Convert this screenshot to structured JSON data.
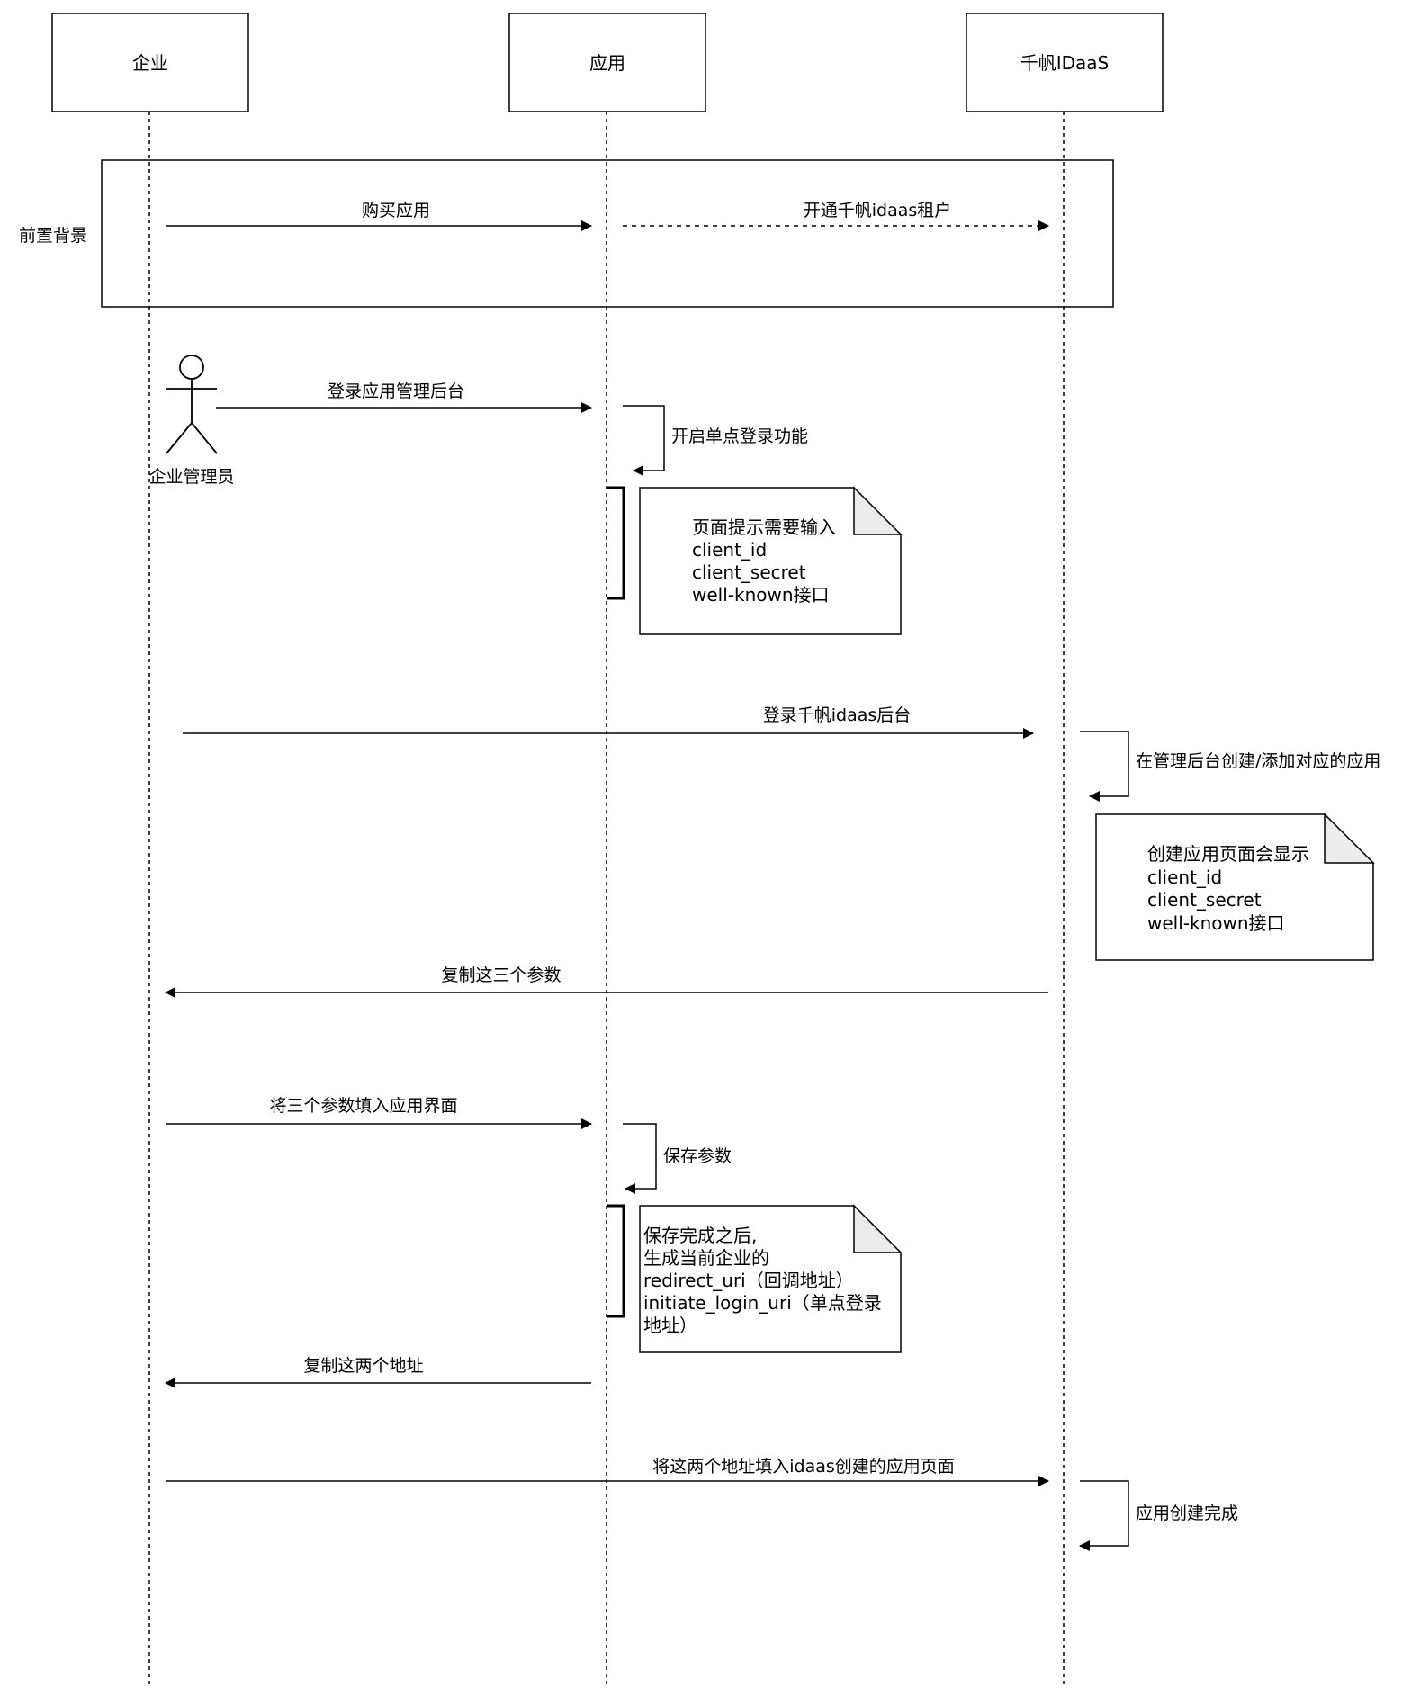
{
  "participants": {
    "enterprise": "企业",
    "app": "应用",
    "idaas": "千帆IDaaS"
  },
  "background": {
    "label": "前置背景",
    "buy_app": "购买应用",
    "open_tenant": "开通千帆idaas租户"
  },
  "actor": {
    "label": "企业管理员"
  },
  "messages": {
    "login_app_admin": "登录应用管理后台",
    "enable_sso": "开启单点登录功能",
    "login_idaas_admin": "登录千帆idaas后台",
    "create_app": "在管理后台创建/添加对应的应用",
    "copy_params": "复制这三个参数",
    "fill_params": "将三个参数填入应用界面",
    "save_params": "保存参数",
    "copy_addresses": "复制这两个地址",
    "fill_addresses": "将这两个地址填入idaas创建的应用页面",
    "app_created": "应用创建完成"
  },
  "notes": {
    "app_prompt": {
      "line1": "页面提示需要输入",
      "line2": "client_id",
      "line3": "client_secret",
      "line4": "well-known接口"
    },
    "idaas_show": {
      "line1": "创建应用页面会显示",
      "line2": "client_id",
      "line3": "client_secret",
      "line4": "well-known接口"
    },
    "after_save": {
      "line1": "保存完成之后,",
      "line2": "生成当前企业的",
      "line3": "redirect_uri（回调地址）",
      "line4": "initiate_login_uri（单点登录",
      "line5": "地址）"
    }
  }
}
